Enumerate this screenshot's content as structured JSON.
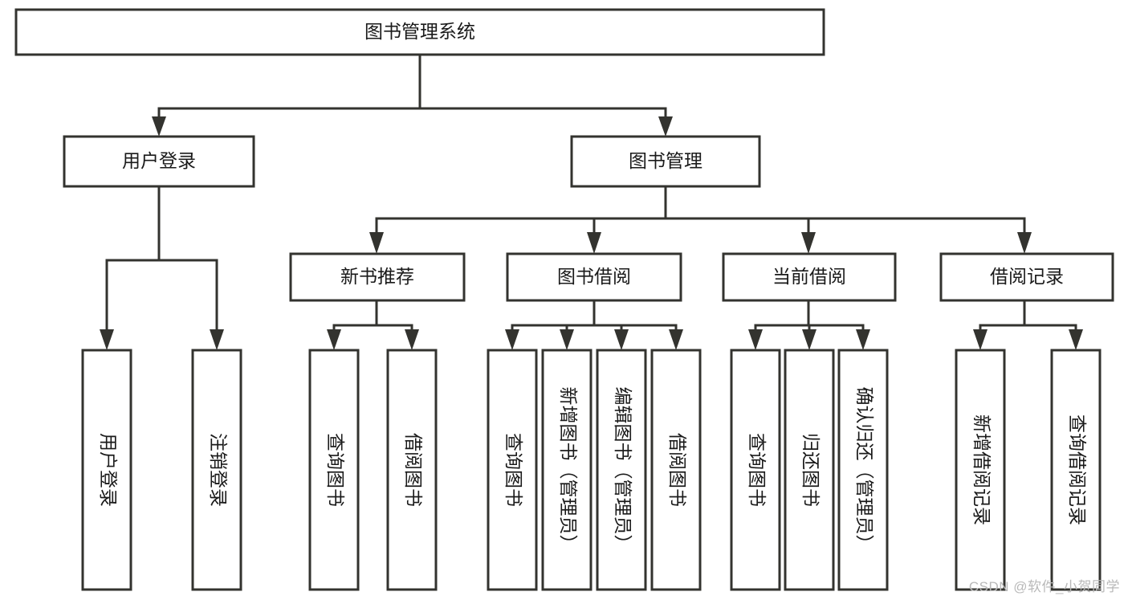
{
  "diagram": {
    "title": "图书管理系统",
    "watermark": "CSDN @软件_小贺同学",
    "colors": {
      "stroke": "#33332f",
      "box_fill": "#ffffff",
      "text": "#1a1a1a",
      "watermark": "#b9b9b9",
      "background": "#ffffff"
    },
    "root": {
      "label": "图书管理系统"
    },
    "level2": [
      {
        "label": "用户登录"
      },
      {
        "label": "图书管理"
      }
    ],
    "level3": [
      {
        "label": "新书推荐"
      },
      {
        "label": "图书借阅"
      },
      {
        "label": "当前借阅"
      },
      {
        "label": "借阅记录"
      }
    ],
    "leaves": {
      "user_login": [
        {
          "label": "用户登录"
        },
        {
          "label": "注销登录"
        }
      ],
      "new_book_recommend": [
        {
          "label": "查询图书"
        },
        {
          "label": "借阅图书"
        }
      ],
      "book_borrow": [
        {
          "label": "查询图书"
        },
        {
          "label": "新增图书（管理员）"
        },
        {
          "label": "编辑图书（管理员）"
        },
        {
          "label": "借阅图书"
        }
      ],
      "current_borrow": [
        {
          "label": "查询图书"
        },
        {
          "label": "归还图书"
        },
        {
          "label": "确认归还（管理员）"
        }
      ],
      "borrow_records": [
        {
          "label": "新增借阅记录"
        },
        {
          "label": "查询借阅记录"
        }
      ]
    }
  }
}
